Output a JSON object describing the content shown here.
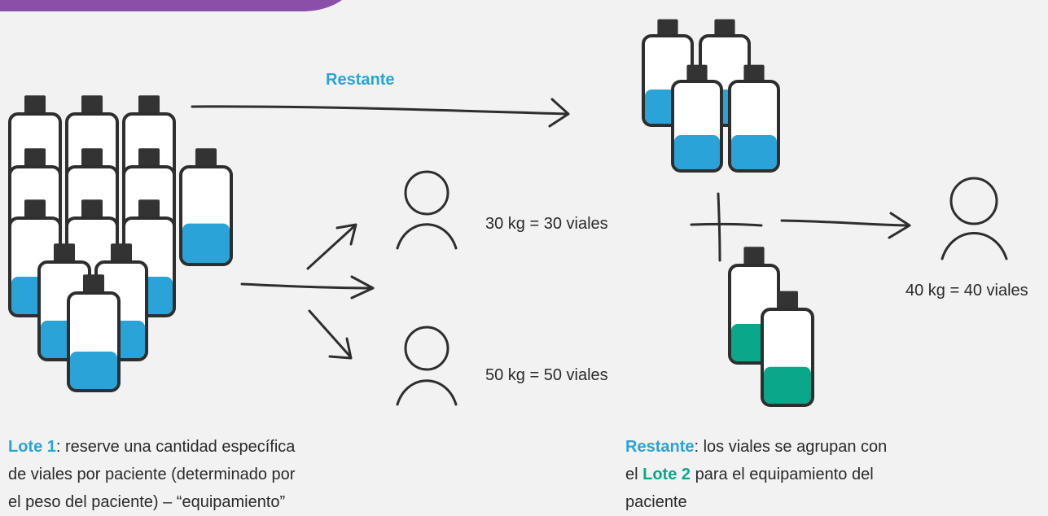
{
  "colors": {
    "background": "#f2f2f2",
    "banner": "#8a4fa8",
    "vial_outline": "#2e2e2e",
    "vial_cap": "#333333",
    "liquid_blue": "#2aa3d8",
    "liquid_green": "#0aa88a",
    "highlight_blue": "#2aa3d8",
    "highlight_green": "#0aa88a"
  },
  "labels": {
    "restante_top": "Restante",
    "patient_30": "30 kg = 30 viales",
    "patient_50": "50 kg = 50 viales",
    "patient_40": "40 kg = 40 viales"
  },
  "captions": {
    "left": {
      "bold": "Lote 1",
      "line1_rest": ": reserve una cantidad específica",
      "line2": "de viales por paciente (determinado por",
      "line3": "el peso del paciente) – “equipamiento”"
    },
    "right": {
      "bold1": "Restante",
      "line1_rest": ": los viales se agrupan con",
      "line2_pre": "el ",
      "bold2": "Lote 2",
      "line2_rest": " para el equipamiento del",
      "line3": "paciente"
    }
  },
  "icons": [
    "vial-icon",
    "person-icon",
    "arrow-icon",
    "plus-icon"
  ]
}
